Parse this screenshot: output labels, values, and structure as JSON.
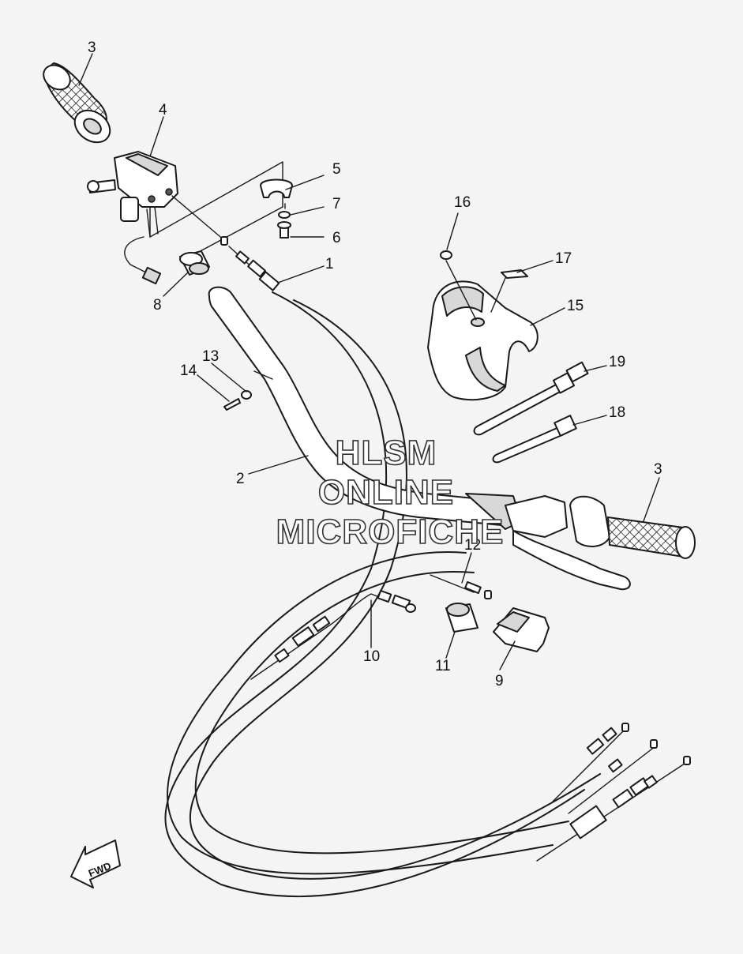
{
  "labels": {
    "p1": "1",
    "p2": "2",
    "p3a": "3",
    "p3b": "3",
    "p4": "4",
    "p5": "5",
    "p6": "6",
    "p7": "7",
    "p8": "8",
    "p9": "9",
    "p10": "10",
    "p11": "11",
    "p12": "12",
    "p13": "13",
    "p14": "14",
    "p15": "15",
    "p16": "16",
    "p17": "17",
    "p18": "18",
    "p19": "19"
  },
  "watermark": {
    "line1": "HLSM",
    "line2": "ONLINE",
    "line3": "MICROFICHE"
  },
  "fwd_arrow": {
    "text": "FWD"
  },
  "colors": {
    "background": "#f4f4f4",
    "ink": "#1a1a1a"
  }
}
